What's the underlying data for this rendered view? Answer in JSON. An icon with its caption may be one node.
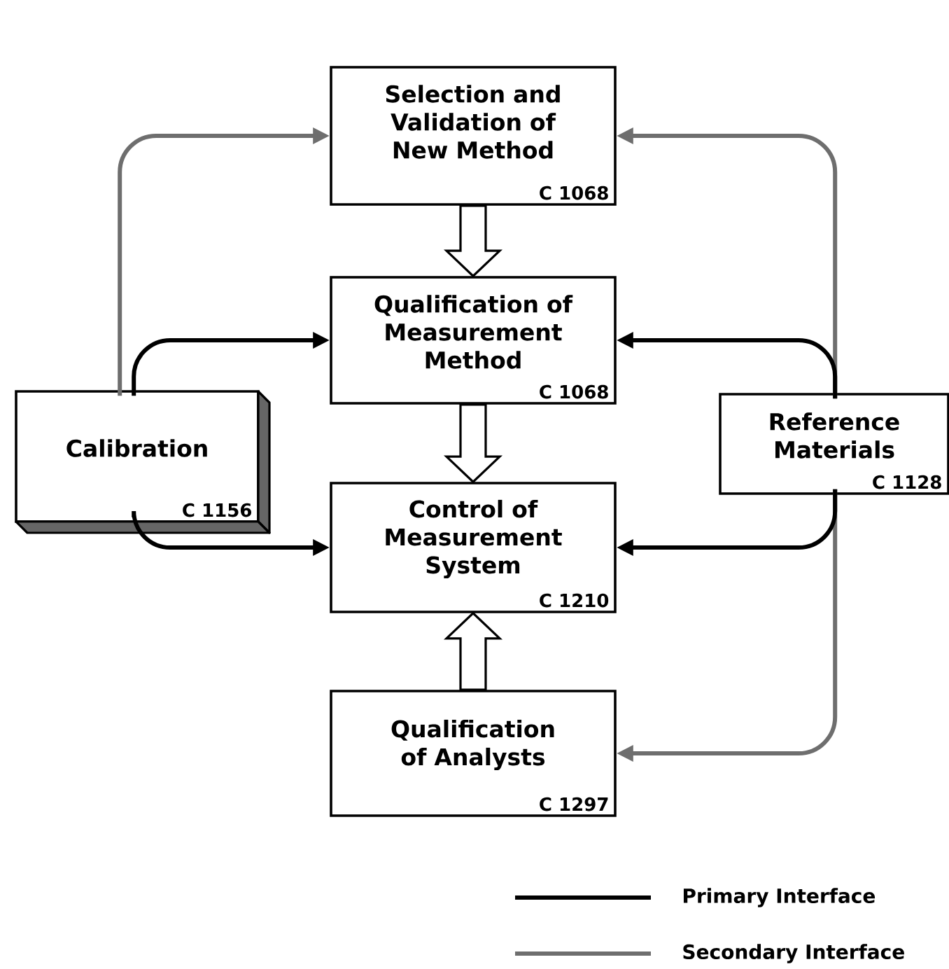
{
  "diagram": {
    "nodes": [
      {
        "text": [
          "Selection and Validation of New Method",
          "C 1068"
        ]
      },
      {
        "text": [
          "Qualification of Measurement Method",
          "C 1068"
        ]
      },
      {
        "text": [
          "Calibration",
          "C 1156"
        ]
      },
      {
        "text": [
          "Control of Measurement System",
          "C 1210"
        ]
      },
      {
        "text": [
          "Reference Materials",
          "C 1128"
        ]
      },
      {
        "text": [
          "Qualification of Analysts",
          "C 1297"
        ]
      }
    ],
    "edges": [
      {
        "from": 0,
        "to": 1,
        "arrow": "to",
        "style": "thick"
      },
      {
        "from": 1,
        "to": 3,
        "arrow": "to",
        "style": "thick"
      },
      {
        "from": 5,
        "to": 3,
        "arrow": "to",
        "style": "thick"
      },
      {
        "from": 2,
        "to": 0,
        "arrow": "to",
        "color": "#6e6e6e"
      },
      {
        "from": 4,
        "to": 0,
        "arrow": "to",
        "color": "#6e6e6e"
      },
      {
        "from": 4,
        "to": 5,
        "arrow": "to",
        "color": "#6e6e6e"
      },
      {
        "from": 2,
        "to": 1,
        "arrow": "to"
      },
      {
        "from": 2,
        "to": 3,
        "arrow": "to"
      },
      {
        "from": 4,
        "to": 1,
        "arrow": "to"
      },
      {
        "from": 4,
        "to": 3,
        "arrow": "to"
      }
    ],
    "legend": [
      {
        "text": "Primary Interface"
      },
      {
        "text": "Secondary Interface"
      }
    ]
  }
}
